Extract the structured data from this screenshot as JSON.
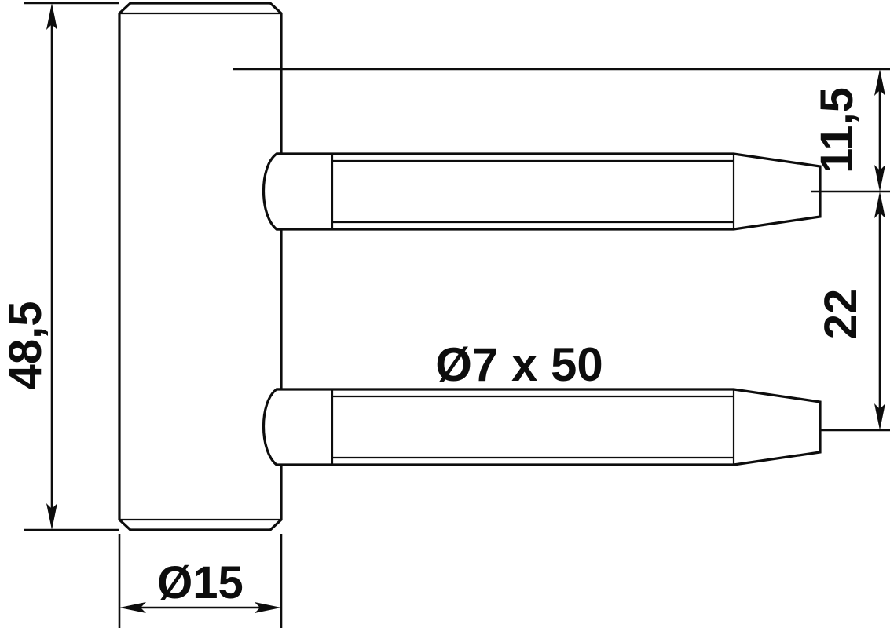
{
  "drawing": {
    "title": "Door hinge pin technical drawing",
    "line_color": "#0d0d0d",
    "background_color": "#ffffff",
    "dimensions": {
      "height_overall": {
        "label": "48,5",
        "orientation": "vertical-rotated",
        "position": "left",
        "unit": "mm"
      },
      "body_diameter": {
        "label": "Ø15",
        "orientation": "horizontal",
        "position": "bottom",
        "unit": "mm"
      },
      "pin_spec": {
        "label": "Ø7 x 50",
        "orientation": "horizontal",
        "position": "center",
        "unit": "mm"
      },
      "top_offset": {
        "label": "11,5",
        "orientation": "vertical-rotated",
        "position": "right-upper",
        "unit": "mm"
      },
      "pin_spacing": {
        "label": "22",
        "orientation": "vertical-rotated",
        "position": "right-lower",
        "unit": "mm"
      }
    }
  }
}
